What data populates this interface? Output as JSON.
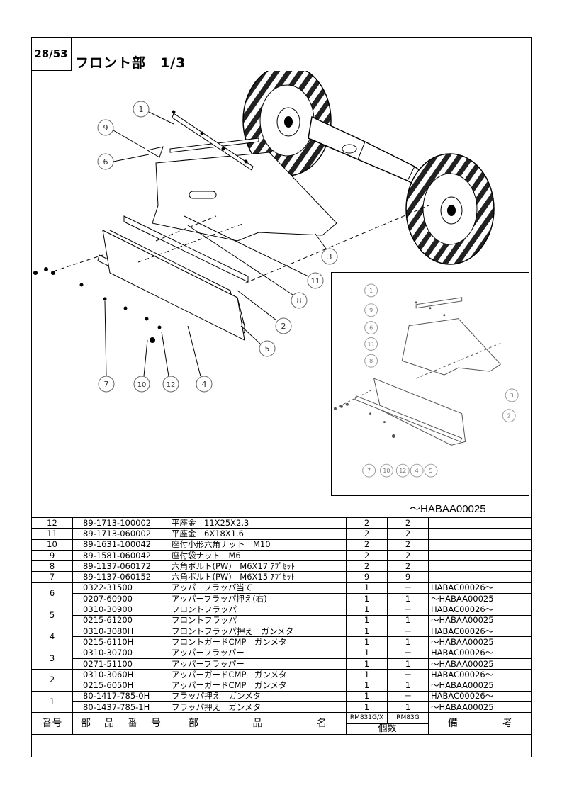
{
  "page": {
    "number": "28/53",
    "title": "フロント部　1/3"
  },
  "diagram": {
    "callouts_main": [
      "1",
      "9",
      "6",
      "3",
      "11",
      "8",
      "2",
      "5",
      "7",
      "10",
      "12",
      "4"
    ],
    "callouts_inset": [
      "1",
      "9",
      "6",
      "11",
      "8",
      "3",
      "2",
      "7",
      "10",
      "12",
      "4",
      "5"
    ],
    "serial_note": "～HABAA00025"
  },
  "table": {
    "header": {
      "no": "番号",
      "code_chars": [
        "部",
        "品",
        "番",
        "号"
      ],
      "name_chars": [
        "部",
        "品",
        "名"
      ],
      "qty_label": "個数",
      "model1": "RM831G/X",
      "model2": "RM83G",
      "remarks_chars": [
        "備",
        "考"
      ]
    },
    "rows": [
      {
        "no": "12",
        "code": "89-1713-100002",
        "name": "平座金　11X25X2.3",
        "q1": "2",
        "q2": "2",
        "remark": ""
      },
      {
        "no": "11",
        "code": "89-1713-060002",
        "name": "平座金　6X18X1.6",
        "q1": "2",
        "q2": "2",
        "remark": ""
      },
      {
        "no": "10",
        "code": "89-1631-100042",
        "name": "座付小形六角ナット　M10",
        "q1": "2",
        "q2": "2",
        "remark": ""
      },
      {
        "no": "9",
        "code": "89-1581-060042",
        "name": "座付袋ナット　M6",
        "q1": "2",
        "q2": "2",
        "remark": ""
      },
      {
        "no": "8",
        "code": "89-1137-060172",
        "name": "六角ボルト(PW)　M6X17 ｱﾌﾟｾｯﾄ",
        "q1": "2",
        "q2": "2",
        "remark": ""
      },
      {
        "no": "7",
        "code": "89-1137-060152",
        "name": "六角ボルト(PW)　M6X15 ｱﾌﾟｾｯﾄ",
        "q1": "9",
        "q2": "9",
        "remark": ""
      },
      {
        "no": "6",
        "code": "0322-31500",
        "name": "アッパーフラッパ当て",
        "q1": "1",
        "q2": "－",
        "remark": "HABAC00026～"
      },
      {
        "no": "",
        "code": "0207-60900",
        "name": "アッパーフラッパ押え(右)",
        "q1": "1",
        "q2": "1",
        "remark": "～HABAA00025"
      },
      {
        "no": "5",
        "code": "0310-30900",
        "name": "フロントフラッパ",
        "q1": "1",
        "q2": "－",
        "remark": "HABAC00026～"
      },
      {
        "no": "",
        "code": "0215-61200",
        "name": "フロントフラッパ",
        "q1": "1",
        "q2": "1",
        "remark": "～HABAA00025"
      },
      {
        "no": "4",
        "code": "0310-3080H",
        "name": "フロントフラッパ押え　ガンメタ",
        "q1": "1",
        "q2": "－",
        "remark": "HABAC00026～"
      },
      {
        "no": "",
        "code": "0215-6110H",
        "name": "フロントガードCMP　ガンメタ",
        "q1": "1",
        "q2": "1",
        "remark": "～HABAA00025"
      },
      {
        "no": "3",
        "code": "0310-30700",
        "name": "アッパーフラッパー",
        "q1": "1",
        "q2": "－",
        "remark": "HABAC00026～"
      },
      {
        "no": "",
        "code": "0271-51100",
        "name": "アッパーフラッパー",
        "q1": "1",
        "q2": "1",
        "remark": "～HABAA00025"
      },
      {
        "no": "2",
        "code": "0310-3060H",
        "name": "アッパーガードCMP　ガンメタ",
        "q1": "1",
        "q2": "－",
        "remark": "HABAC00026～"
      },
      {
        "no": "",
        "code": "0215-6050H",
        "name": "アッパーガードCMP　ガンメタ",
        "q1": "1",
        "q2": "1",
        "remark": "～HABAA00025"
      },
      {
        "no": "1",
        "code": "80-1417-785-0H",
        "name": "フラッパ押え　ガンメタ",
        "q1": "1",
        "q2": "－",
        "remark": "HABAC00026～"
      },
      {
        "no": "",
        "code": "80-1437-785-1H",
        "name": "フラッパ押え　ガンメタ",
        "q1": "1",
        "q2": "1",
        "remark": "～HABAA00025"
      }
    ]
  }
}
